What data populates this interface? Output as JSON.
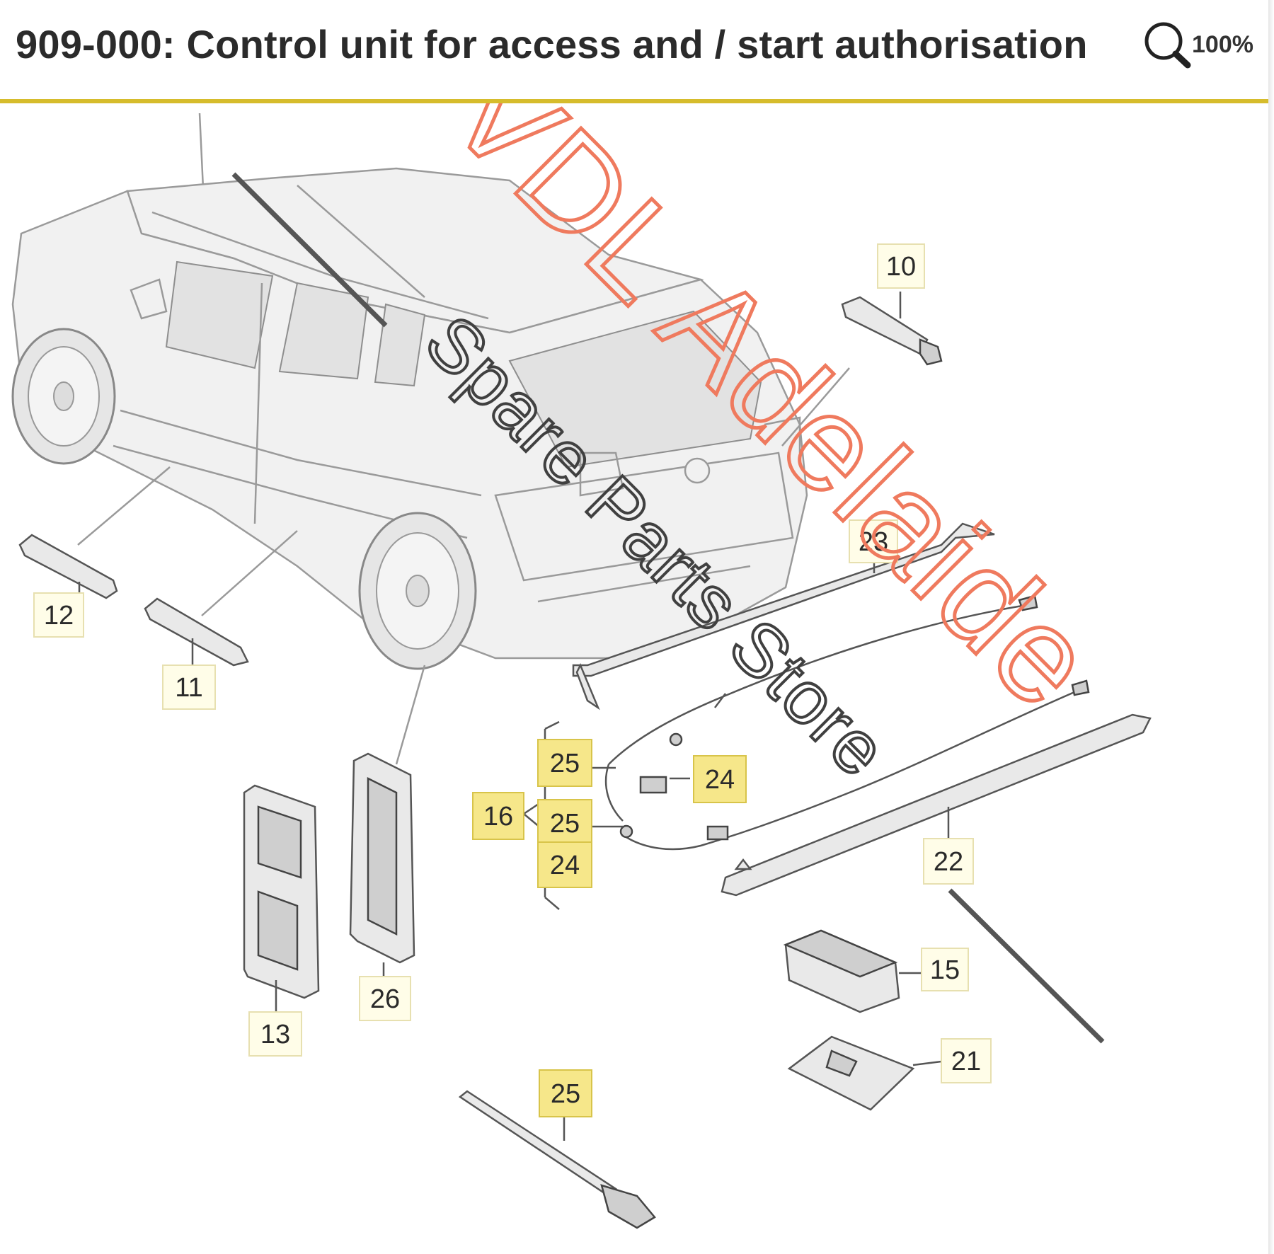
{
  "header": {
    "title": "909-000: Control unit for access and / start authorisation",
    "zoom_label": "100%"
  },
  "watermark": {
    "line1": "VDL Adelaide",
    "line2": "Spare Parts Store",
    "line1_color": "#ef7a5e",
    "line2_color": "#404040"
  },
  "callouts": [
    {
      "id": "c10",
      "label": "10",
      "highlighted": false
    },
    {
      "id": "c23",
      "label": "23",
      "highlighted": false
    },
    {
      "id": "c12",
      "label": "12",
      "highlighted": false
    },
    {
      "id": "c11",
      "label": "11",
      "highlighted": false
    },
    {
      "id": "c25a",
      "label": "25",
      "highlighted": true
    },
    {
      "id": "c24a",
      "label": "24",
      "highlighted": true
    },
    {
      "id": "c16",
      "label": "16",
      "highlighted": true
    },
    {
      "id": "c25b",
      "label": "25",
      "highlighted": true
    },
    {
      "id": "c24b",
      "label": "24",
      "highlighted": true
    },
    {
      "id": "c22",
      "label": "22",
      "highlighted": false
    },
    {
      "id": "c26",
      "label": "26",
      "highlighted": false
    },
    {
      "id": "c13",
      "label": "13",
      "highlighted": false
    },
    {
      "id": "c15",
      "label": "15",
      "highlighted": false
    },
    {
      "id": "c21",
      "label": "21",
      "highlighted": false
    },
    {
      "id": "c25c",
      "label": "25",
      "highlighted": true
    }
  ],
  "colors": {
    "accent_divider": "#d6bc2c",
    "callout_highlight": "#f6e78a",
    "callout_plain": "#fffde8"
  }
}
